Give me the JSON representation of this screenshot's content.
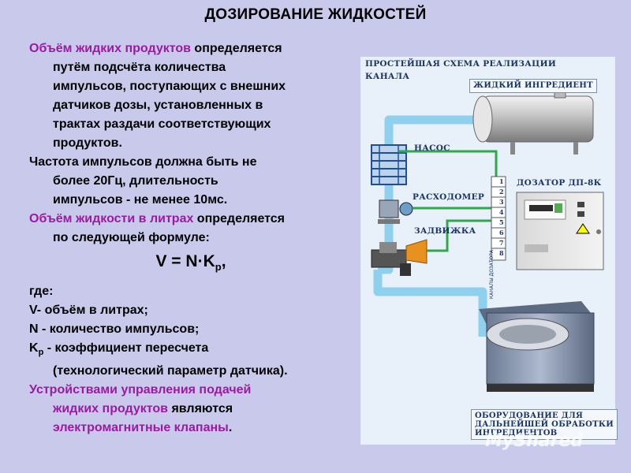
{
  "title": "ДОЗИРОВАНИЕ ЖИДКОСТЕЙ",
  "para1": {
    "highlight": "Объём жидких продуктов",
    "rest": " определяется",
    "lines": [
      "путём подсчёта количества",
      "импульсов, поступающих с внешних",
      "датчиков дозы, установленных в",
      "трактах раздачи соответствующих",
      "продуктов."
    ]
  },
  "para2": {
    "first": "Частота импульсов должна быть не",
    "lines": [
      "более 20Гц, длительность",
      "импульсов - не менее 10мс."
    ]
  },
  "para3": {
    "highlight": "Объём жидкости в литрах",
    "rest": " определяется",
    "line2": "по следующей формуле:"
  },
  "formula": {
    "main": "V = N·K",
    "sub": "p",
    "tail": ","
  },
  "where": "где:",
  "defs": {
    "v": "V- объём в литрах;",
    "n": "N - количество импульсов;",
    "k_sym": "K",
    "k_sub": "p",
    "k_rest": " - коэффициент пересчета",
    "k_line2": "(технологический параметр датчика)."
  },
  "para4": {
    "line1": "Устройствами управления подачей",
    "line2_hl": "жидких продуктов",
    "line2_rest": " являются",
    "line3_hl": "электромагнитные клапаны",
    "line3_rest": "."
  },
  "diagram": {
    "heading1": "ПРОСТЕЙШАЯ СХЕМА РЕАЛИЗАЦИИ",
    "heading2": "КАНАЛА",
    "liquid": "ЖИДКИЙ ИНГРЕДИЕНТ",
    "pump": "НАСОС",
    "flowmeter": "РАСХОДОМЕР",
    "valve": "ЗАДВИЖКА",
    "dispenser": "ДОЗАТОР ДП-8К",
    "channels": "КАНАЛЫ ДОЗАТОРА",
    "terminals": [
      "1",
      "2",
      "3",
      "4",
      "5",
      "6",
      "7",
      "8"
    ],
    "equipment1": "ОБОРУДОВАНИЕ ДЛЯ",
    "equipment2": "ДАЛЬНЕЙШЕЙ ОБРАБОТКИ",
    "equipment3": "ИНГРЕДИЕНТОВ"
  },
  "watermark": "MyShared",
  "colors": {
    "background": "#c9c9ec",
    "highlight": "#9b1aa3",
    "pipe": "#8fd0ef",
    "wire": "#2ea84a"
  }
}
